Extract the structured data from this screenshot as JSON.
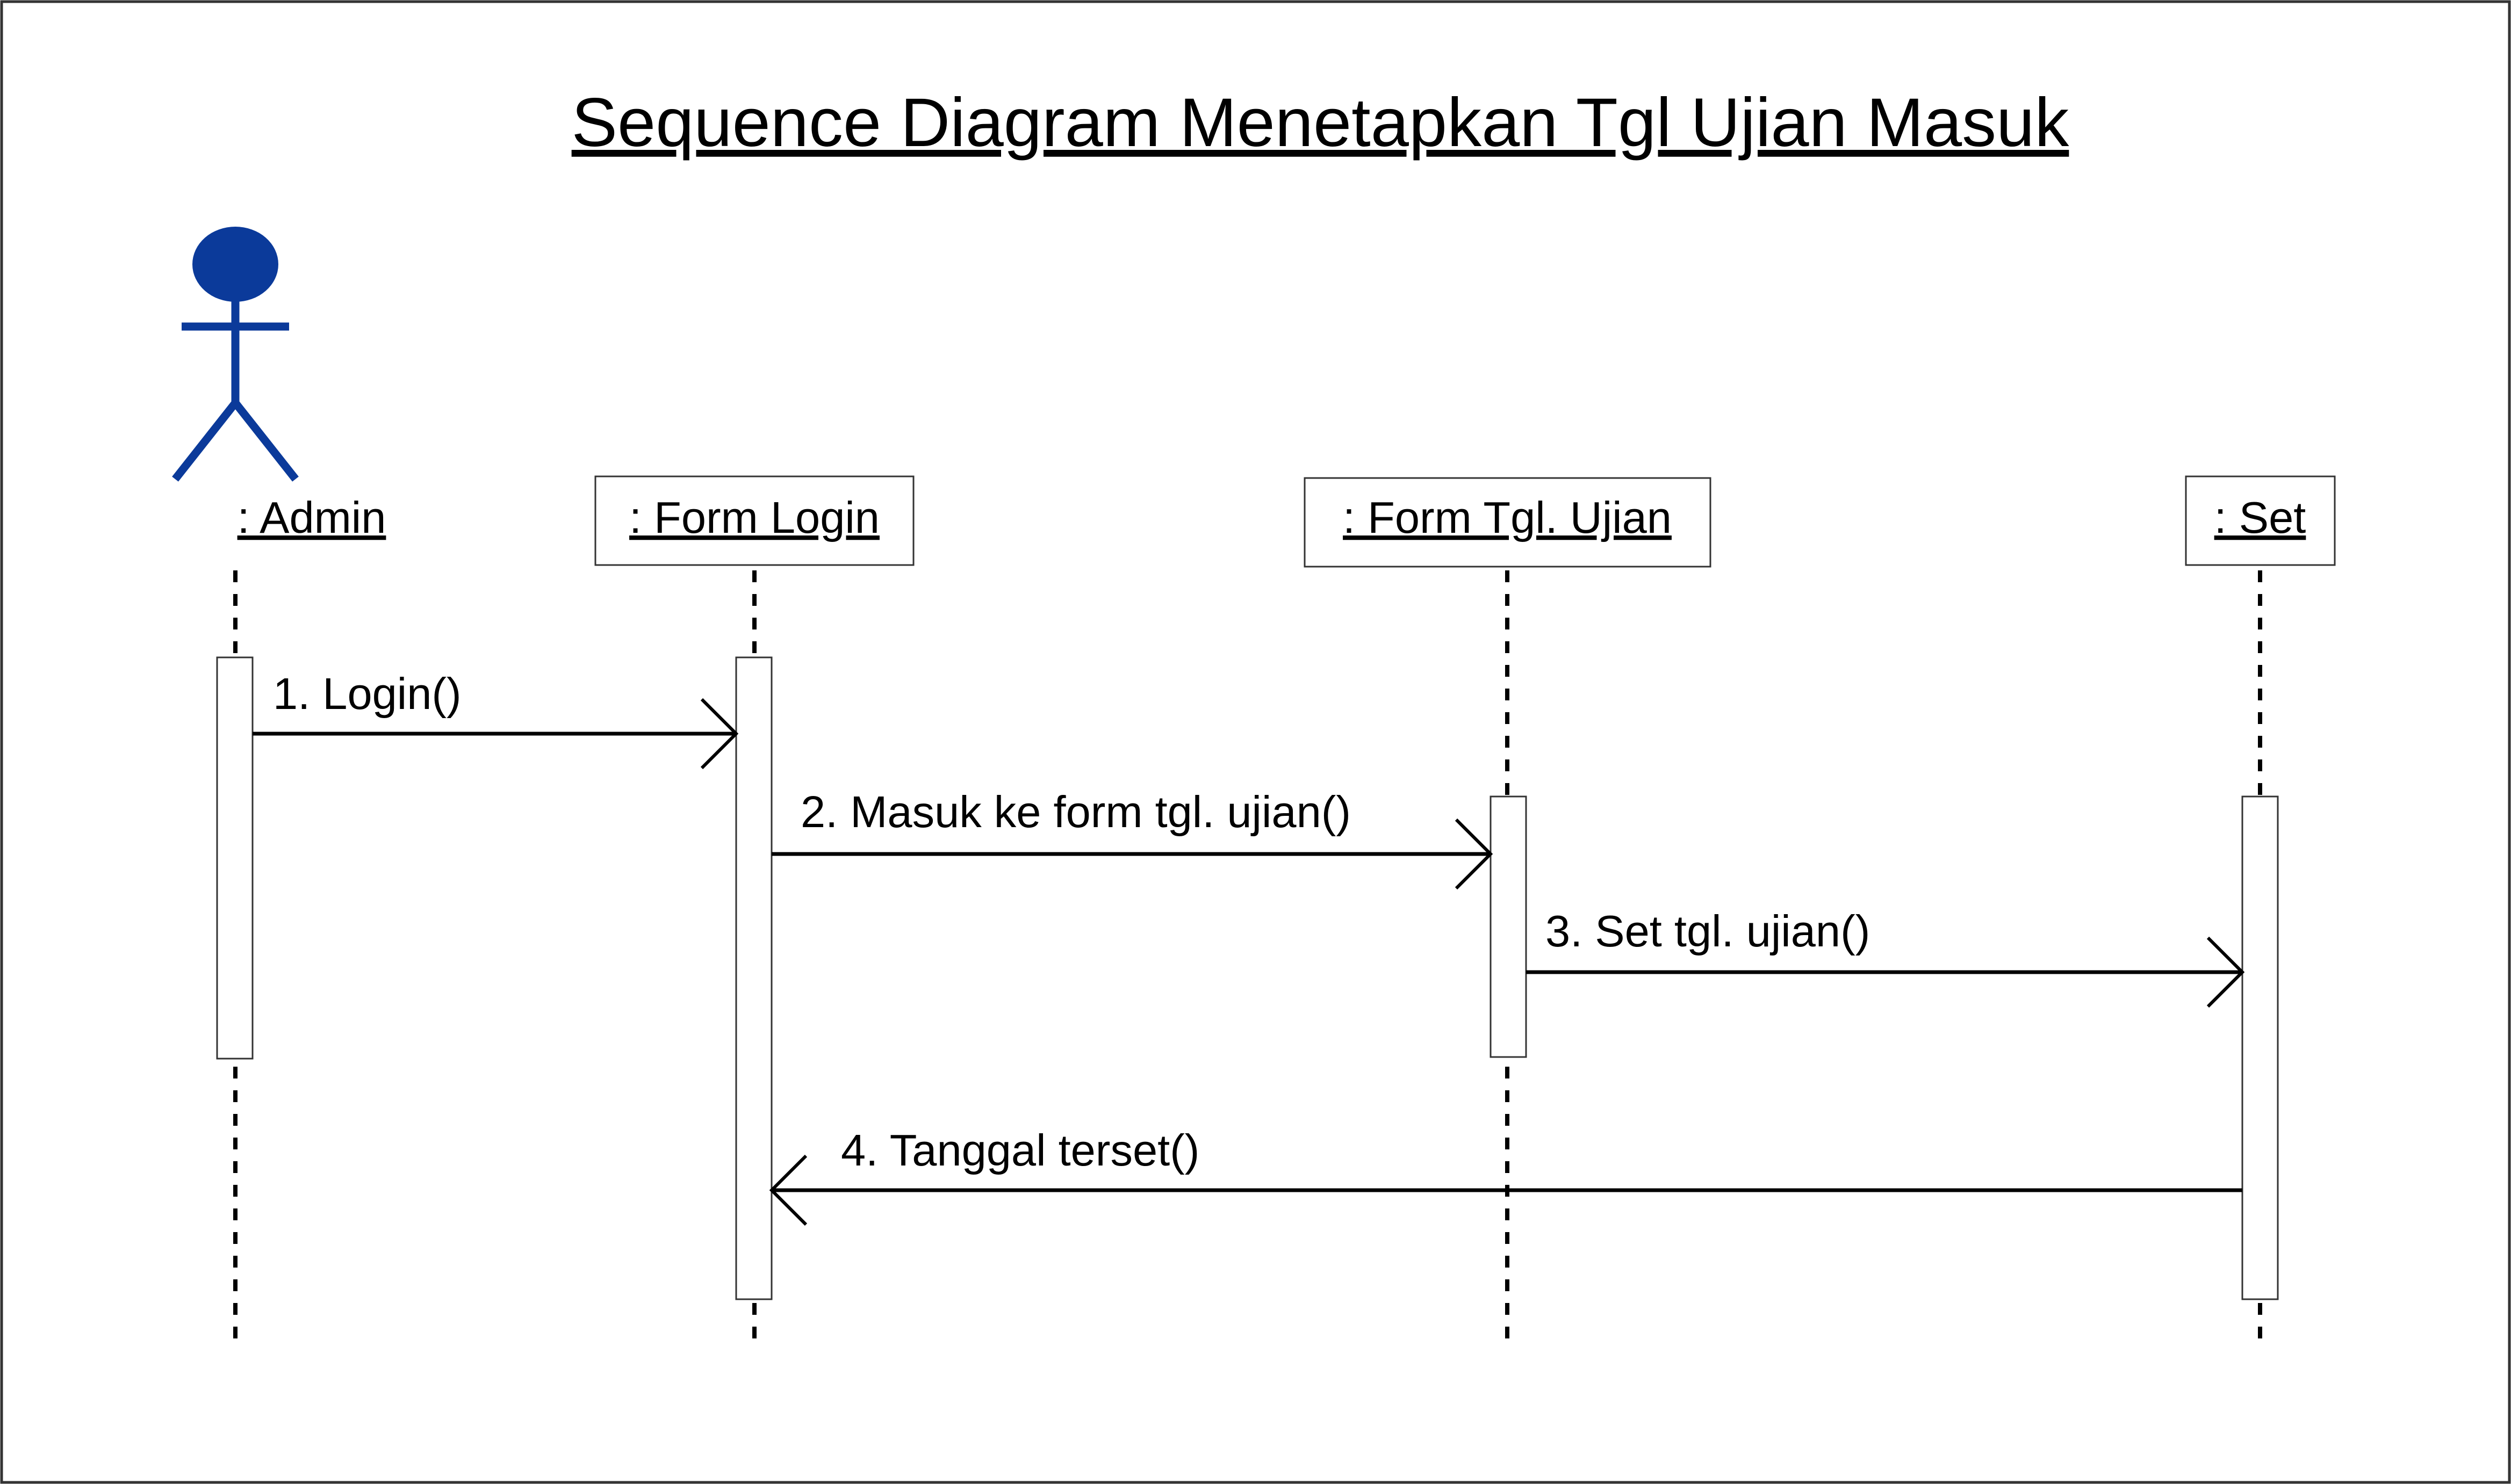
{
  "title": "Sequence Diagram Menetapkan Tgl Ujian Masuk",
  "colors": {
    "actor": "#0b3a9a",
    "line": "#000000",
    "border": "#333333"
  },
  "actor": {
    "label": ": Admin",
    "icon": "actor-stick-figure-icon"
  },
  "objects": [
    {
      "id": "form-login",
      "label": ": Form Login"
    },
    {
      "id": "form-tgl-ujian",
      "label": ": Form Tgl. Ujian"
    },
    {
      "id": "set",
      "label": ": Set"
    }
  ],
  "messages": [
    {
      "label": "1. Login()",
      "from": "admin",
      "to": "form-login"
    },
    {
      "label": "2. Masuk ke form tgl. ujian()",
      "from": "form-login",
      "to": "form-tgl-ujian"
    },
    {
      "label": "3. Set tgl. ujian()",
      "from": "form-tgl-ujian",
      "to": "set"
    },
    {
      "label": "4. Tanggal terset()",
      "from": "set",
      "to": "form-login"
    }
  ]
}
